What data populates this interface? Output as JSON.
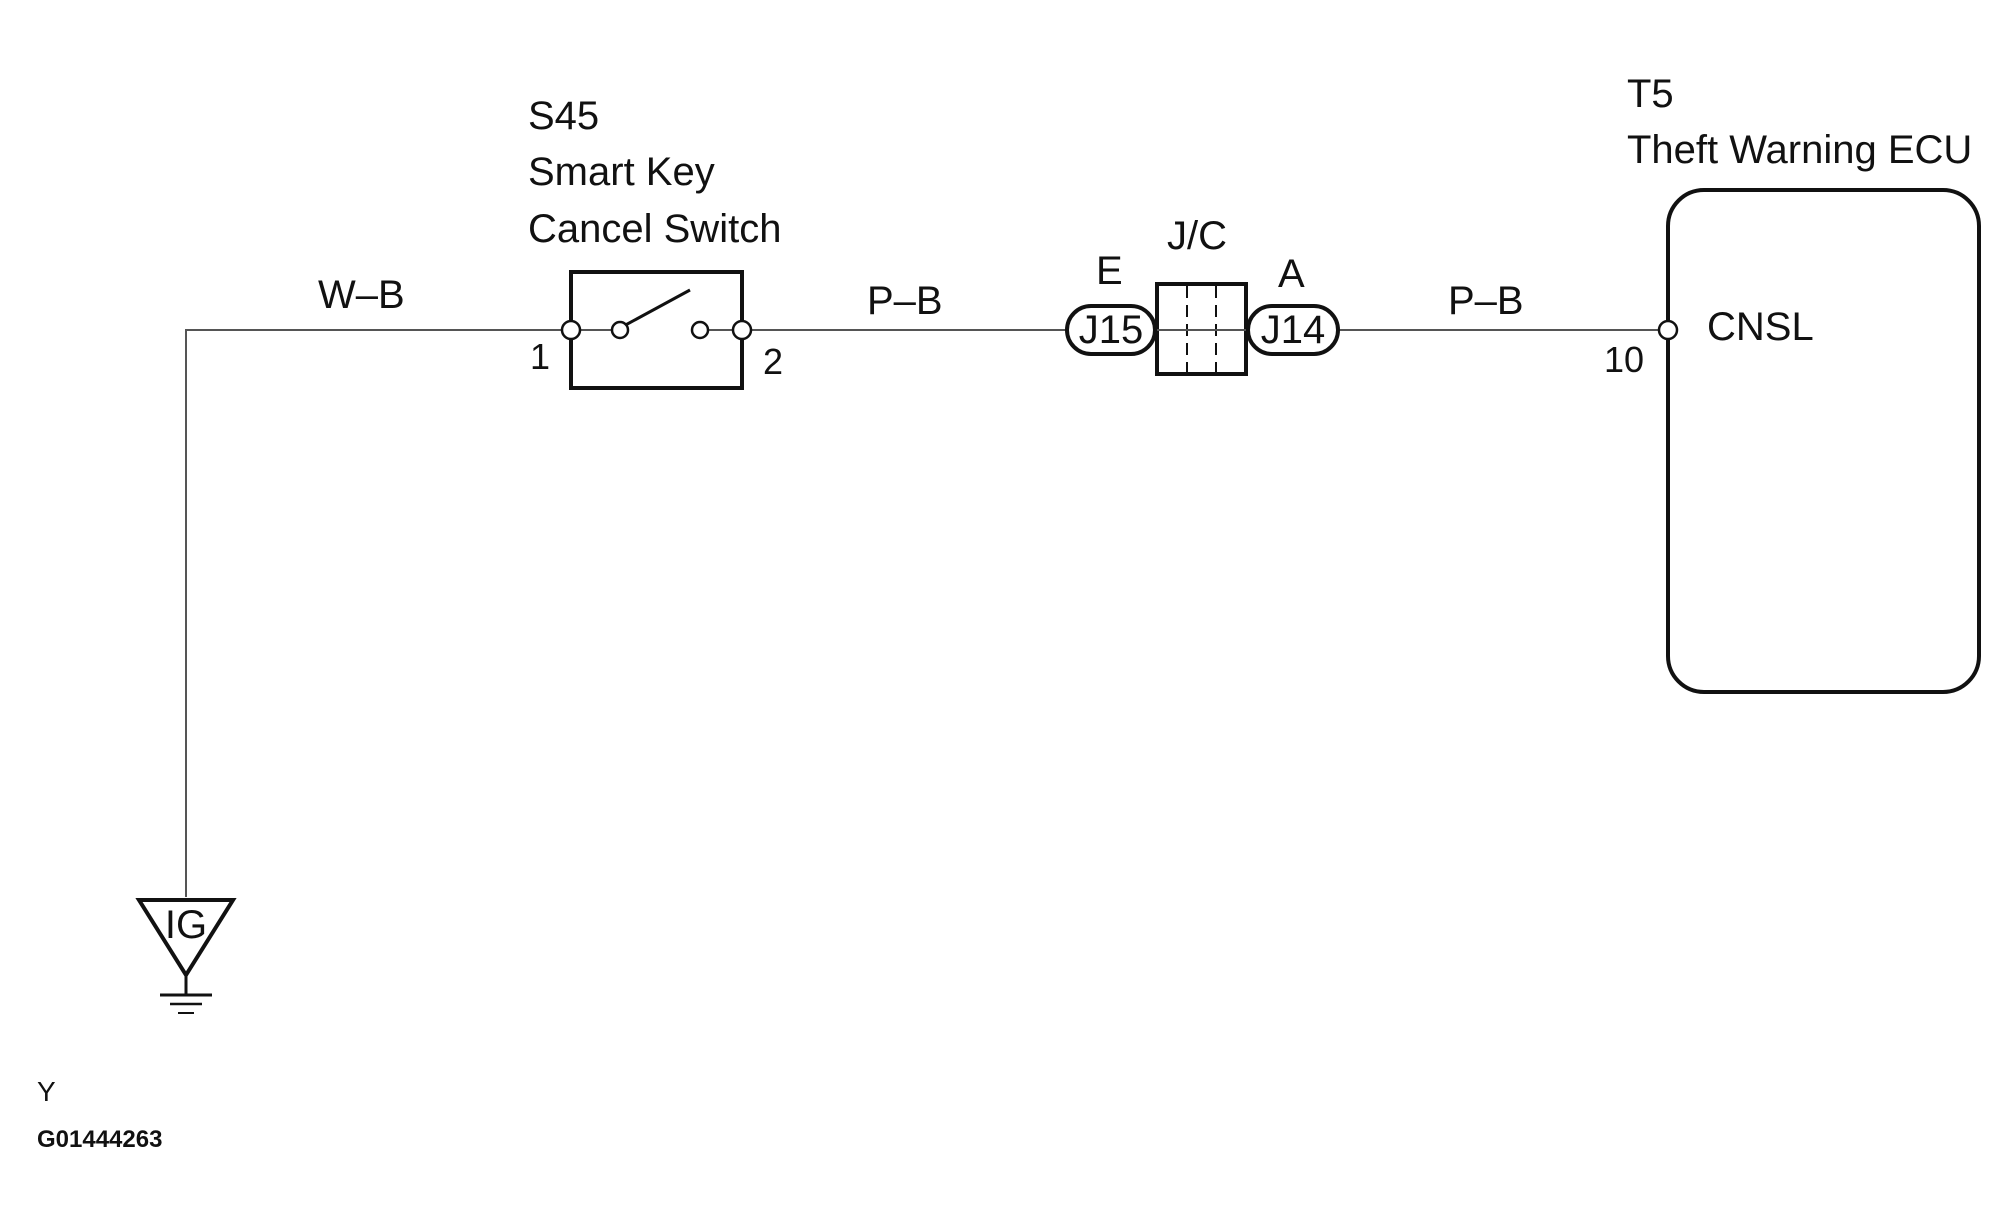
{
  "switch": {
    "ref": "S45",
    "name_line1": "Smart Key",
    "name_line2": "Cancel Switch",
    "pin_left": "1",
    "pin_right": "2"
  },
  "junction": {
    "ref": "J/C",
    "left_side": "E",
    "right_side": "A",
    "left_connector": "J15",
    "right_connector": "J14"
  },
  "ecu": {
    "ref": "T5",
    "name": "Theft Warning ECU",
    "pin": "10",
    "terminal": "CNSL"
  },
  "wires": {
    "ground_to_switch": "W–B",
    "switch_to_jc": "P–B",
    "jc_to_ecu": "P–B"
  },
  "ground": {
    "label": "IG"
  },
  "footer": {
    "letter": "Y",
    "code": "G01444263"
  }
}
